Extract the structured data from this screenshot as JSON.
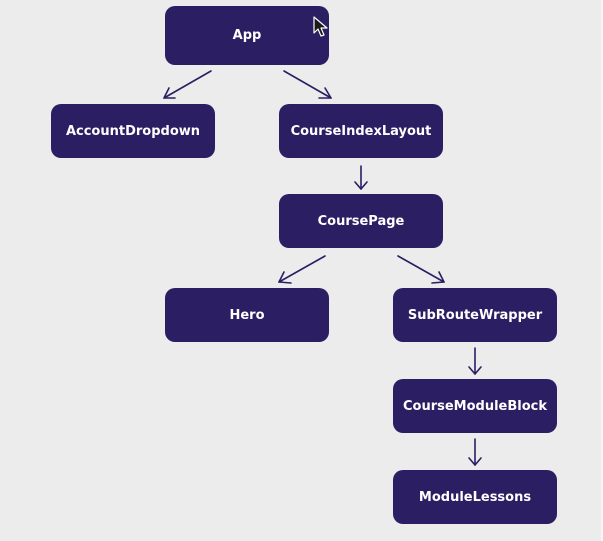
{
  "diagram": {
    "nodes": [
      {
        "id": "app",
        "label": "App"
      },
      {
        "id": "accountdropdown",
        "label": "AccountDropdown"
      },
      {
        "id": "courseindexlayout",
        "label": "CourseIndexLayout"
      },
      {
        "id": "coursepage",
        "label": "CoursePage"
      },
      {
        "id": "hero",
        "label": "Hero"
      },
      {
        "id": "subroutewrapper",
        "label": "SubRouteWrapper"
      },
      {
        "id": "coursemoduleblock",
        "label": "CourseModuleBlock"
      },
      {
        "id": "modulelessons",
        "label": "ModuleLessons"
      }
    ],
    "edges": [
      {
        "from": "App",
        "to": "AccountDropdown"
      },
      {
        "from": "App",
        "to": "CourseIndexLayout"
      },
      {
        "from": "CourseIndexLayout",
        "to": "CoursePage"
      },
      {
        "from": "CoursePage",
        "to": "Hero"
      },
      {
        "from": "CoursePage",
        "to": "SubRouteWrapper"
      },
      {
        "from": "SubRouteWrapper",
        "to": "CourseModuleBlock"
      },
      {
        "from": "CourseModuleBlock",
        "to": "ModuleLessons"
      }
    ],
    "colors": {
      "node_fill": "#2b1e63",
      "node_text": "#ffffff",
      "edge": "#2b1e63",
      "background": "#ececec"
    }
  },
  "cursor": {
    "icon": "mouse-pointer-icon"
  }
}
